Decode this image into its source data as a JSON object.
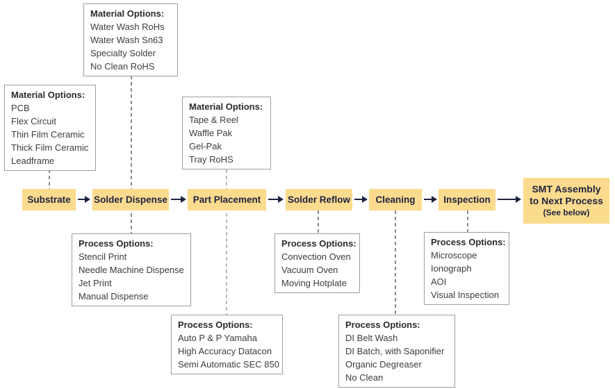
{
  "colors": {
    "node_bg": "#fbdb8d",
    "node_text": "#1e2240",
    "arrow": "#1e2240",
    "box_border": "#9e9e9e",
    "box_text": "#3c3c3c",
    "dash": "#8a8a8a",
    "dash_light": "#b9b9b9",
    "background": "#ffffff"
  },
  "flow": {
    "steps": [
      {
        "label": "Substrate"
      },
      {
        "label": "Solder Dispense"
      },
      {
        "label": "Part Placement"
      },
      {
        "label": "Solder Reflow"
      },
      {
        "label": "Cleaning"
      },
      {
        "label": "Inspection"
      }
    ],
    "terminal": {
      "line1": "SMT Assembly",
      "line2": "to Next Process",
      "line3": "(See below)"
    }
  },
  "option_boxes": [
    {
      "title": "Material Options:",
      "items": [
        "Water Wash RoHs",
        "Water Wash Sn63",
        "Specialty Solder",
        "No Clean RoHS"
      ]
    },
    {
      "title": "Material Options:",
      "items": [
        "PCB",
        "Flex Circuit",
        "Thin Film Ceramic",
        "Thick Film Ceramic",
        "Leadframe"
      ]
    },
    {
      "title": "Material Options:",
      "items": [
        "Tape & Reel",
        "Waffle Pak",
        "Gel-Pak",
        "Tray RoHS"
      ]
    },
    {
      "title": "Process Options:",
      "items": [
        "Stencil Print",
        "Needle Machine Dispense",
        "Jet Print",
        "Manual Dispense"
      ]
    },
    {
      "title": "Process Options:",
      "items": [
        "Convection Oven",
        "Vacuum Oven",
        "Moving Hotplate"
      ]
    },
    {
      "title": "Process Options:",
      "items": [
        "Microscope",
        "Ionograph",
        "AOI",
        "Visual Inspection"
      ]
    },
    {
      "title": "Process Options:",
      "items": [
        "Auto P & P Yamaha",
        "High Accuracy Datacon",
        "Semi Automatic SEC 850"
      ]
    },
    {
      "title": "Process Options:",
      "items": [
        "DI Belt Wash",
        "DI Batch, with Saponifier",
        "Organic Degreaser",
        "No Clean"
      ]
    }
  ]
}
